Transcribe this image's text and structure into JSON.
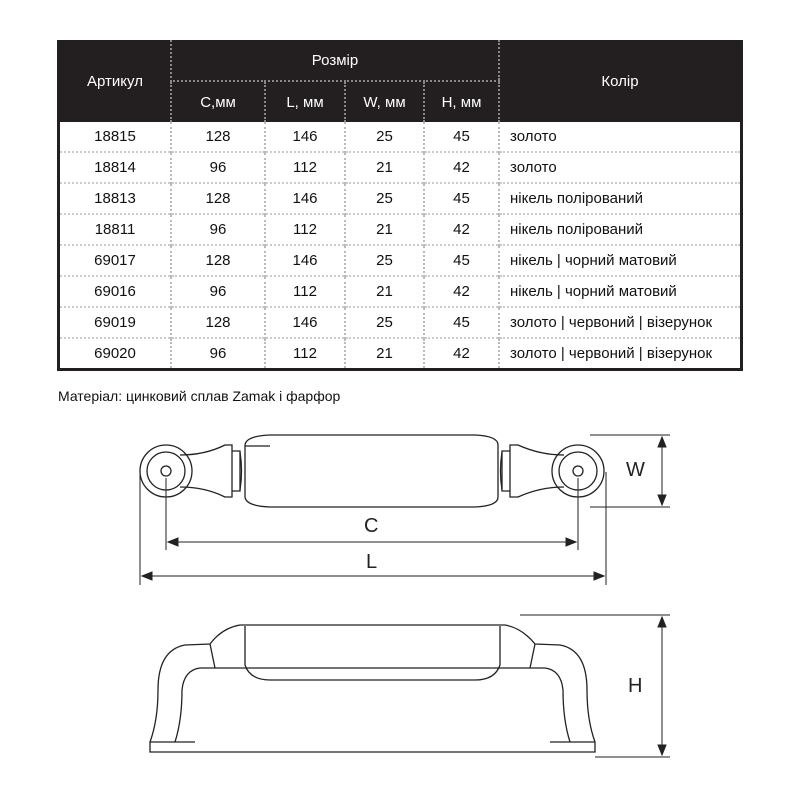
{
  "table": {
    "headers": {
      "article": "Артикул",
      "size": "Розмір",
      "c": "С,мм",
      "l": "L, мм",
      "w": "W, мм",
      "h": "H, мм",
      "color": "Колір"
    },
    "rows": [
      [
        "18815",
        "128",
        "146",
        "25",
        "45",
        "золото"
      ],
      [
        "18814",
        "96",
        "112",
        "21",
        "42",
        "золото"
      ],
      [
        "18813",
        "128",
        "146",
        "25",
        "45",
        "нікель полірований"
      ],
      [
        "18811",
        "96",
        "112",
        "21",
        "42",
        "нікель полірований"
      ],
      [
        "69017",
        "128",
        "146",
        "25",
        "45",
        "нікель | чорний матовий"
      ],
      [
        "69016",
        "96",
        "112",
        "21",
        "42",
        "нікель | чорний матовий"
      ],
      [
        "69019",
        "128",
        "146",
        "25",
        "45",
        "золото | червоний | візерунок"
      ],
      [
        "69020",
        "96",
        "112",
        "21",
        "42",
        "золото | червоний | візерунок"
      ]
    ]
  },
  "material": "Матеріал: цинковий сплав Zamak і фарфор",
  "drawing": {
    "labels": {
      "w": "W",
      "c": "C",
      "l": "L",
      "h": "H"
    }
  }
}
